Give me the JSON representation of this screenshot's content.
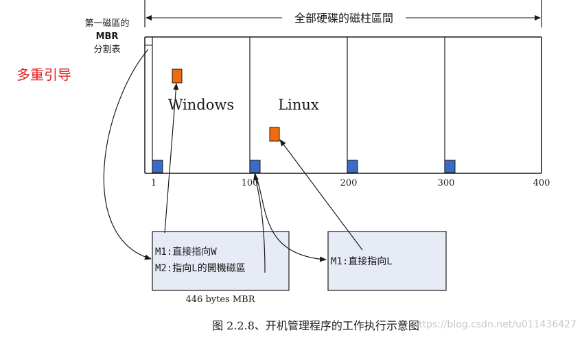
{
  "title_span": "全部硬碟的磁柱區間",
  "mbr_label": {
    "line1": "第一磁區的",
    "line2": "MBR",
    "line3": "分割表"
  },
  "red_title": "多重引导",
  "partitions": {
    "windows": "Windows",
    "linux": "Linux"
  },
  "axis_ticks": [
    "1",
    "100",
    "200",
    "300",
    "400"
  ],
  "mbr_box": {
    "line1": "M1:直接指向W",
    "line2": "M2:指向L的開機磁區",
    "caption": "446 bytes MBR"
  },
  "linux_box": {
    "line1": "M1:直接指向L"
  },
  "figure_caption": "图 2.2.8、开机管理程序的工作执行示意图",
  "watermark": "https://blog.csdn.net/u011436427",
  "colors": {
    "red_title": "#e02020",
    "orange_marker": "#f26a10",
    "blue_marker": "#3a6cc6",
    "box_fill": "#e6ebf5",
    "line": "#1a1a1a",
    "watermark": "#c8c8c8"
  }
}
